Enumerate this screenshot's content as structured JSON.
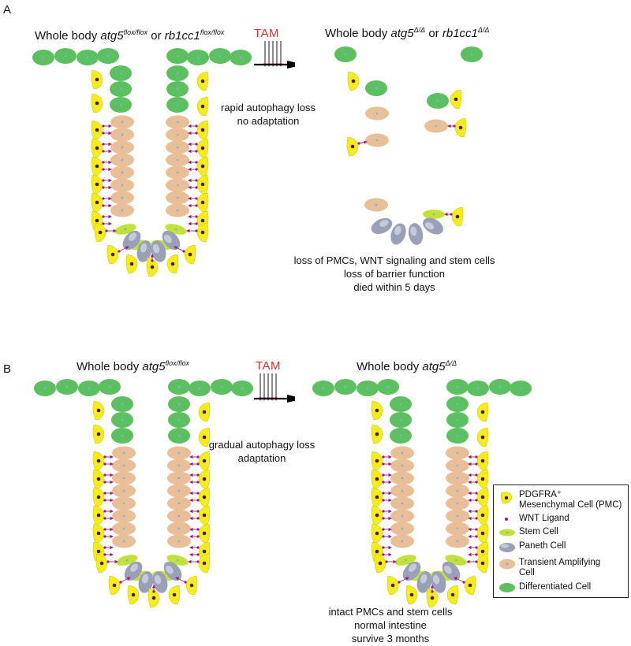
{
  "panels": [
    {
      "letter": "A",
      "left_heading": {
        "prefix": "Whole body ",
        "gene1": "atg5",
        "sup1": "flox/flox",
        "mid": " or ",
        "gene2": "rb1cc1",
        "sup2": "flox/flox"
      },
      "right_heading": {
        "prefix": "Whole body ",
        "gene1": "atg5",
        "sup1": "Δ/Δ",
        "mid": " or ",
        "gene2": "rb1cc1",
        "sup2": "Δ/Δ"
      },
      "treatment": "TAM",
      "arrow_caption": [
        "rapid autophagy loss",
        "no adaptation"
      ],
      "outcome": [
        "loss of PMCs, WNT signaling and stem cells",
        "loss of barrier function",
        "died within 5 days"
      ]
    },
    {
      "letter": "B",
      "left_heading": {
        "prefix": "Whole body ",
        "gene1": "atg5",
        "sup1": "flox/flox"
      },
      "right_heading": {
        "prefix": "Whole body ",
        "gene1": "atg5",
        "sup1": "Δ/Δ"
      },
      "treatment": "TAM",
      "arrow_caption": [
        "gradual autophagy loss",
        "adaptation"
      ],
      "outcome": [
        "intact PMCs and stem cells",
        "normal intestine",
        "survive 3 months"
      ]
    }
  ],
  "legend": [
    {
      "label_lines": [
        "PDGFRA⁺",
        "Mesenchymal Cell (PMC)"
      ],
      "icon": "pmc-cell"
    },
    {
      "label_lines": [
        "WNT Ligand"
      ],
      "icon": "wnt-dot"
    },
    {
      "label_lines": [
        "Stem Cell"
      ],
      "icon": "stem-cell"
    },
    {
      "label_lines": [
        "Paneth Cell"
      ],
      "icon": "paneth-cell"
    },
    {
      "label_lines": [
        "Transient Amplifying",
        "Cell"
      ],
      "icon": "ta-cell"
    },
    {
      "label_lines": [
        "Differentiated Cell"
      ],
      "icon": "differentiated-cell"
    }
  ],
  "colors": {
    "differentiated": "#5cc060",
    "transient_amplifying": "#e8bf96",
    "pmc": "#f4ec1c",
    "stem": "#c2e23a",
    "paneth": "#9aa0b8",
    "wnt": "#b0107a",
    "nucleus": "#74b4e4",
    "tam": "#e03131"
  }
}
